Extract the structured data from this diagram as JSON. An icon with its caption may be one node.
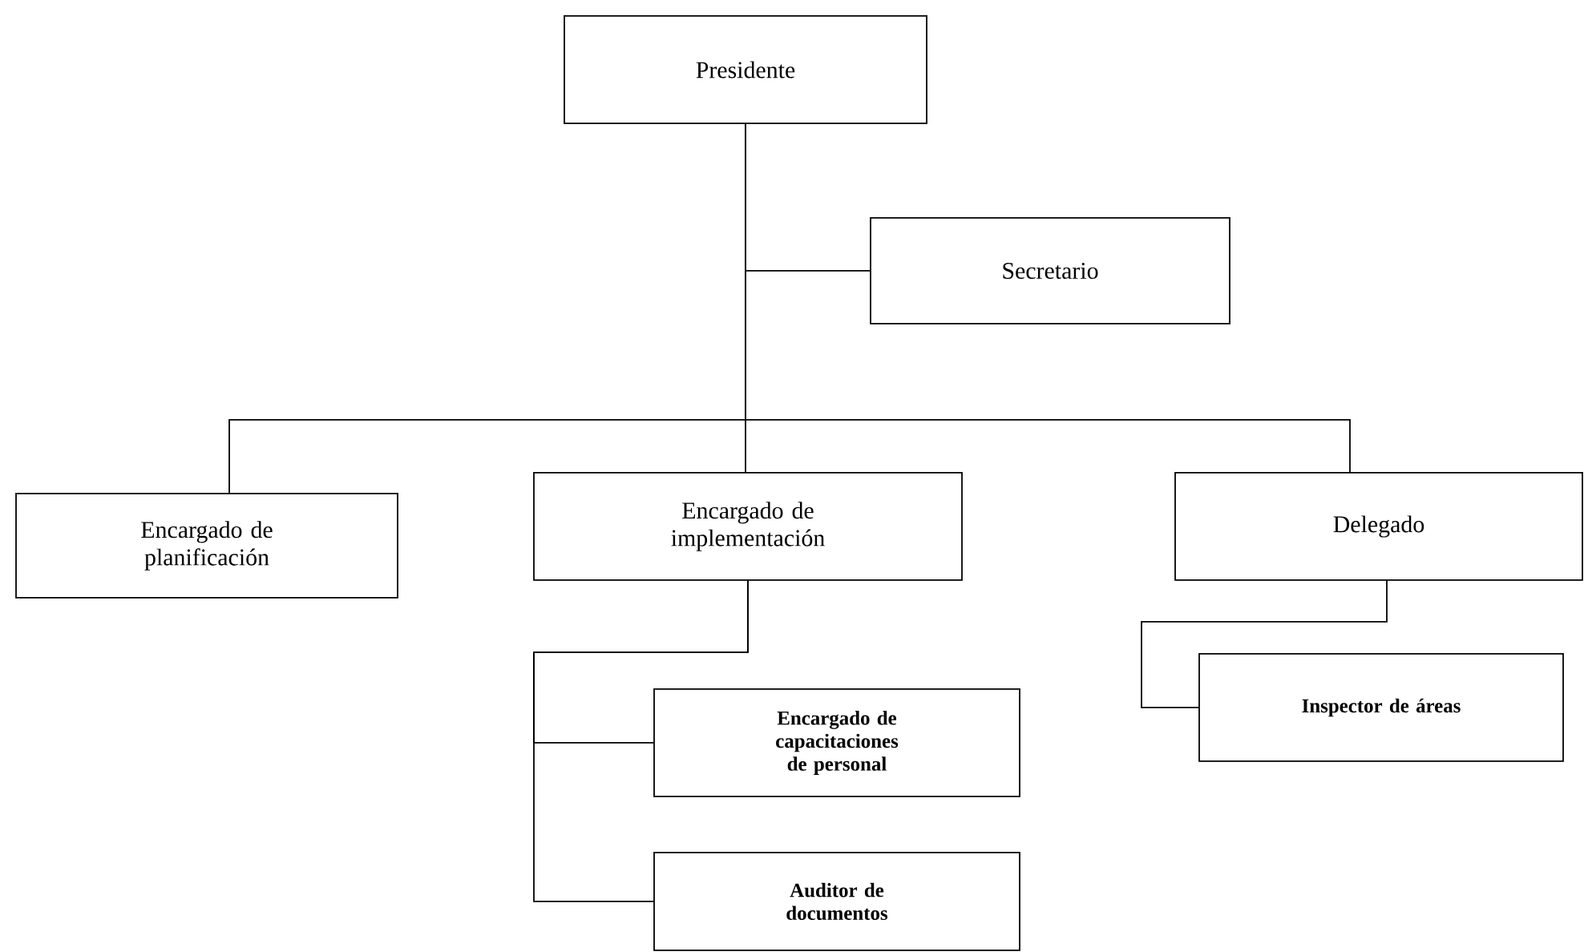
{
  "diagram": {
    "nodes": [
      {
        "text": [
          "Presidente"
        ]
      },
      {
        "text": [
          "Secretario"
        ]
      },
      {
        "text": [
          "Encargado de planificación"
        ]
      },
      {
        "text": [
          "Encargado de implementación"
        ]
      },
      {
        "text": [
          "Delegado"
        ]
      },
      {
        "text": [
          "Encargado de capacitaciones de personal"
        ]
      },
      {
        "text": [
          "Auditor de documentos"
        ]
      },
      {
        "text": [
          "Inspector de áreas"
        ]
      }
    ],
    "edges": [
      {
        "from": 0,
        "to": 1,
        "arrow": "none"
      },
      {
        "from": 0,
        "to": 2,
        "arrow": "none"
      },
      {
        "from": 0,
        "to": 3,
        "arrow": "none"
      },
      {
        "from": 0,
        "to": 4,
        "arrow": "none"
      },
      {
        "from": 3,
        "to": 5,
        "arrow": "none"
      },
      {
        "from": 3,
        "to": 6,
        "arrow": "none"
      },
      {
        "from": 4,
        "to": 7,
        "arrow": "none"
      }
    ]
  }
}
